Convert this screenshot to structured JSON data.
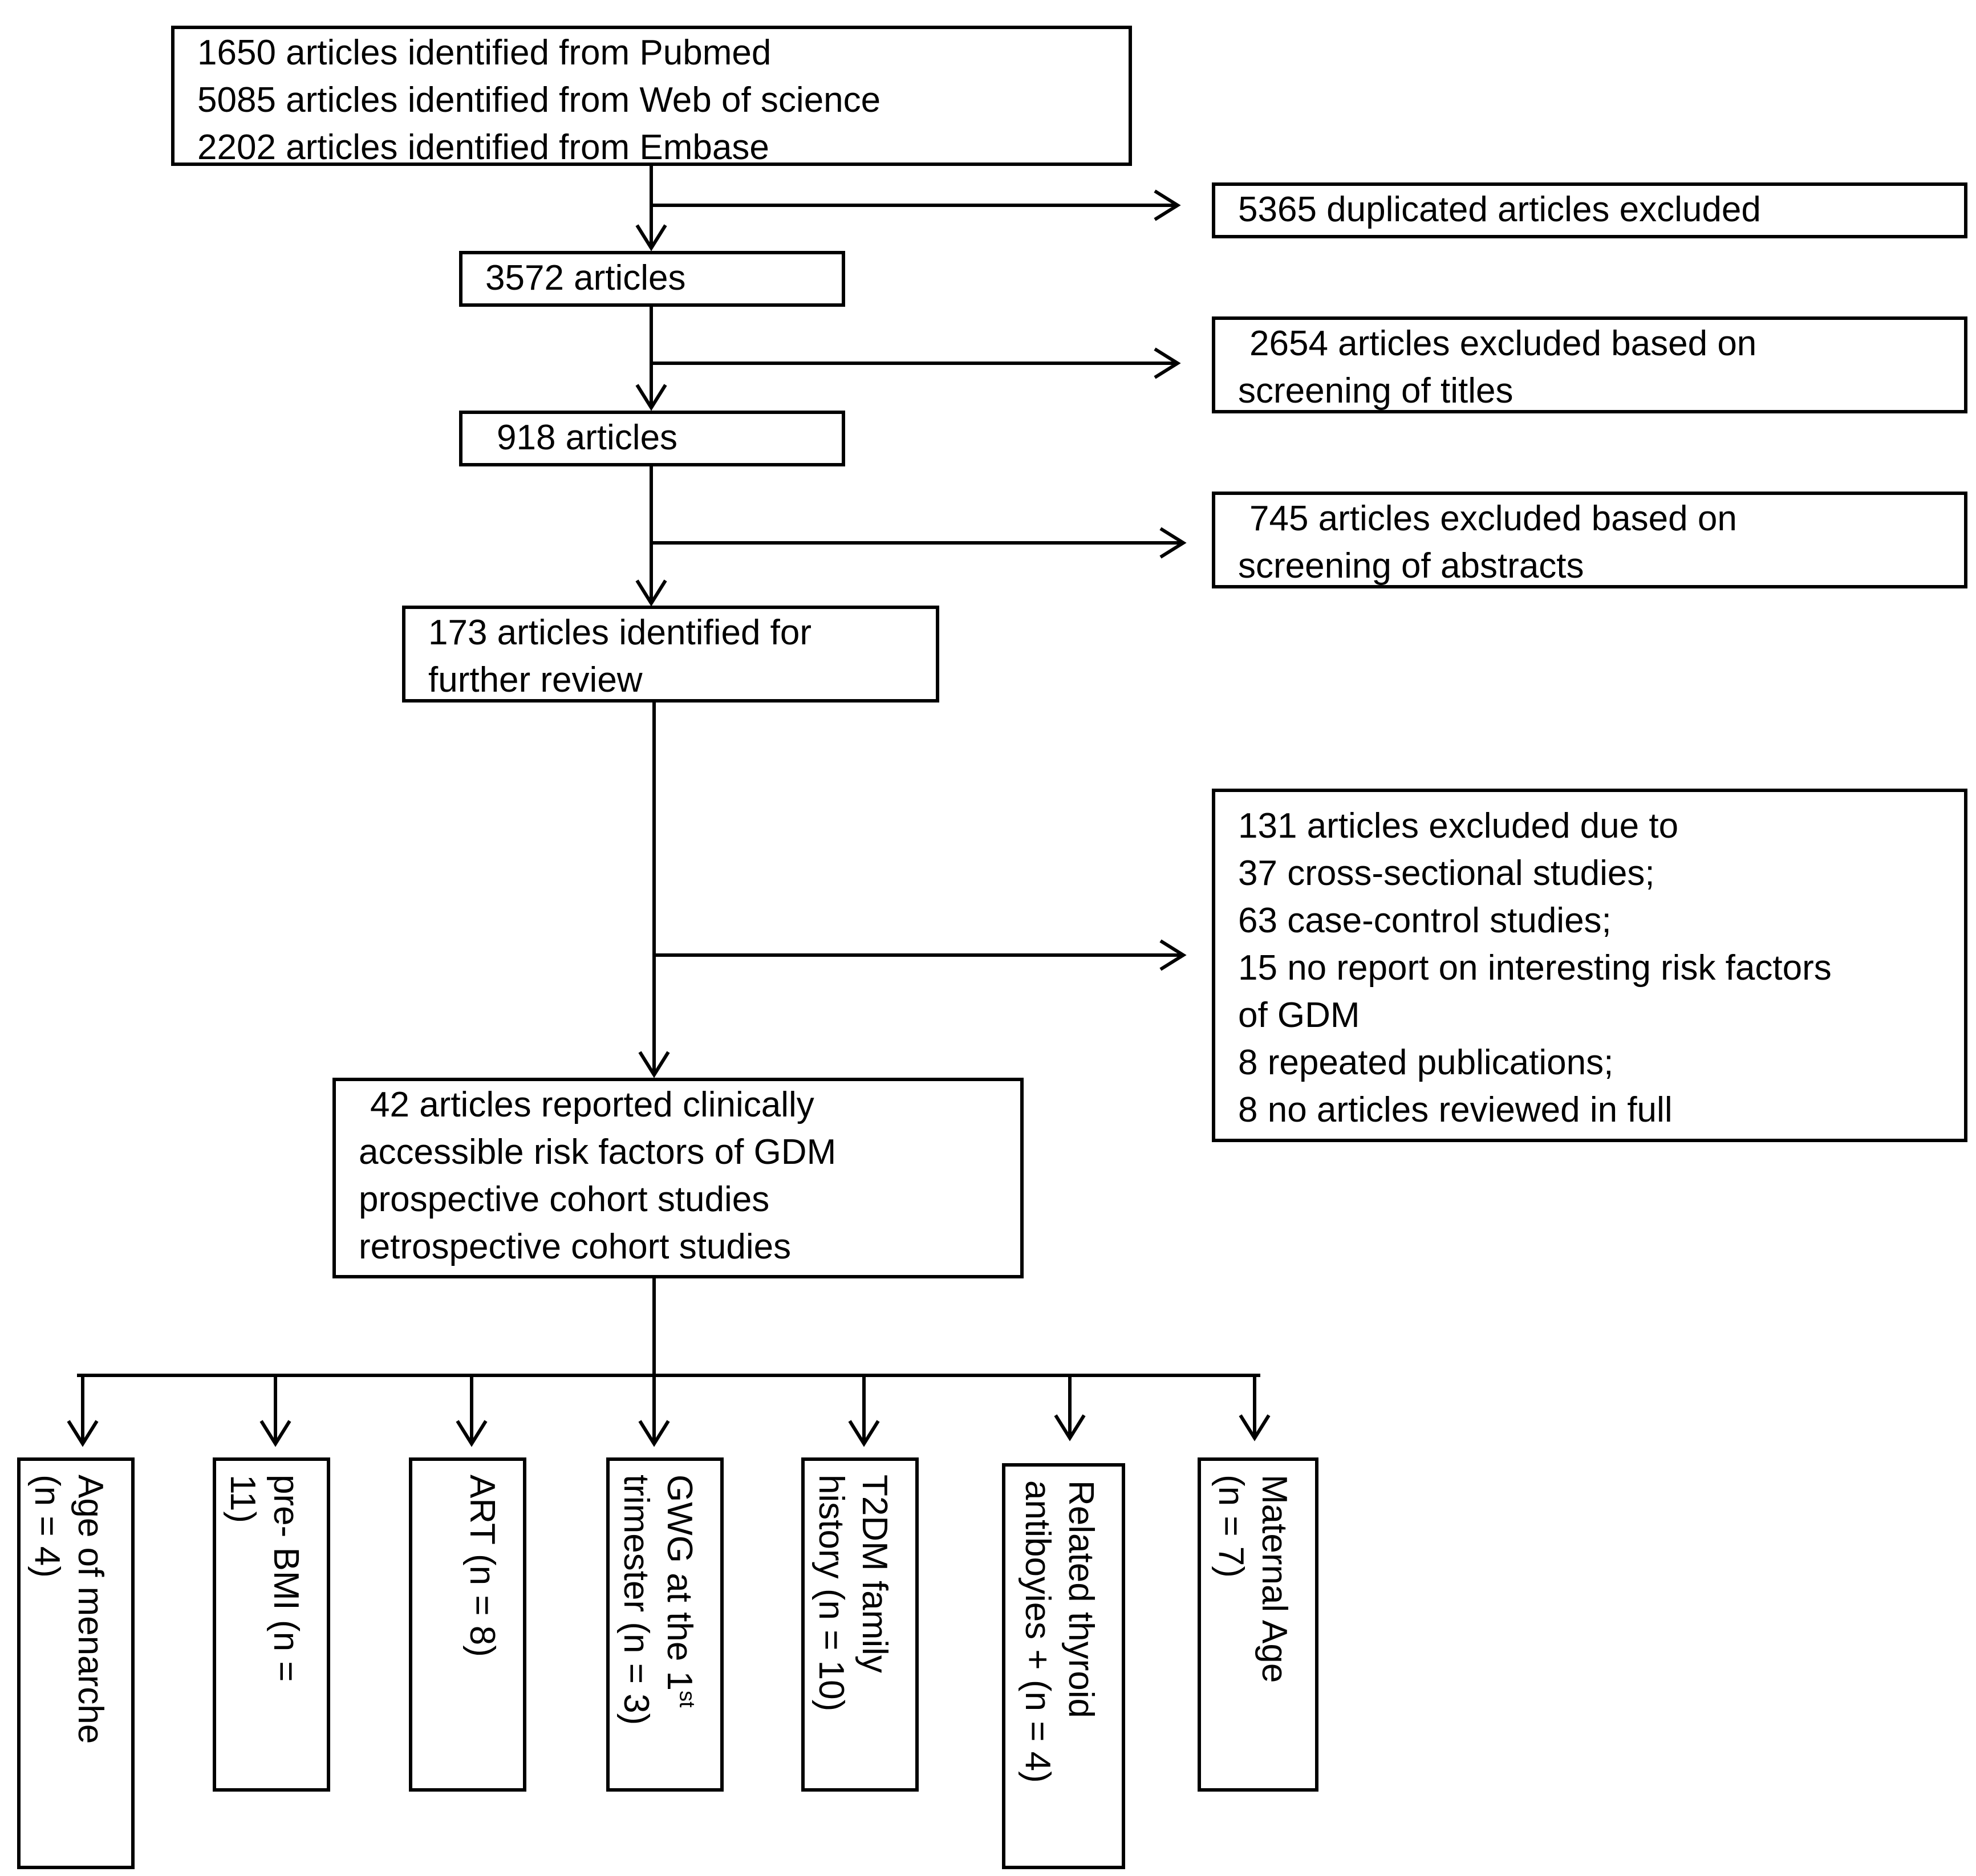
{
  "colors": {
    "line": "#000000",
    "background": "#ffffff"
  },
  "sources": {
    "line1": "1650 articles identified from Pubmed",
    "line2": "5085 articles identified from Web of science",
    "line3": "2202 articles identified from Embase"
  },
  "step1": {
    "text": "3572 articles"
  },
  "step2": {
    "text": "918 articles"
  },
  "step3": {
    "line1": "173 articles identified for",
    "line2": "further review"
  },
  "step4": {
    "line1": "42 articles reported clinically",
    "line2": "accessible risk factors of GDM",
    "line3": "prospective cohort studies",
    "line4": "retrospective cohort studies"
  },
  "excluded": {
    "duplicates": "5365 duplicated articles excluded",
    "titles": {
      "line1": "2654 articles excluded based on",
      "line2": "screening of titles"
    },
    "abstracts": {
      "line1": "745 articles excluded based on",
      "line2": "screening of abstracts"
    },
    "fulltext": {
      "line1": "131 articles excluded due to",
      "line2": "37 cross-sectional studies;",
      "line3": "63 case-control studies;",
      "line4": "15 no report on interesting risk factors",
      "line5": "of GDM",
      "line6": "8 repeated publications;",
      "line7": "8 no articles reviewed in full"
    }
  },
  "factors": {
    "menarche": {
      "line1": "Age of menarche",
      "line2": "(n = 4)"
    },
    "bmi": {
      "line1": "pre- BMI (n =",
      "line2": "11)"
    },
    "art": {
      "line1": "ART (n = 8)"
    },
    "gwg": {
      "line1a": "GWG at the 1",
      "line1sup": "st",
      "line2": "trimester (n = 3)"
    },
    "t2dm": {
      "line1": "T2DM family",
      "line2": "history (n = 10)"
    },
    "thyroid": {
      "line1": "Related thyroid",
      "line2": "antiboyies + (n = 4)"
    },
    "maternal": {
      "line1": "Maternal Age",
      "line2": "(n = 7)"
    }
  }
}
